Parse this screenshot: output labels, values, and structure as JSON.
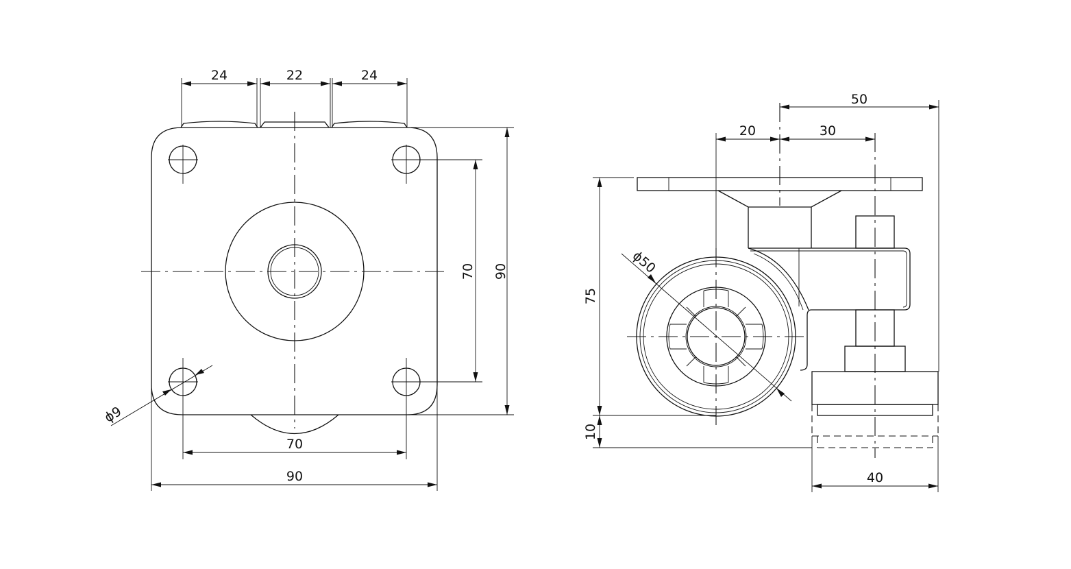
{
  "drawing": {
    "top_view": {
      "dim_top_left": "24",
      "dim_top_middle": "22",
      "dim_top_right": "24",
      "dim_hole_spacing_vertical": "70",
      "dim_plate_height": "90",
      "dim_hole_spacing_horizontal": "70",
      "dim_plate_width": "90",
      "dim_hole_diameter": "ϕ9"
    },
    "side_view": {
      "dim_overall_width": "50",
      "dim_left_offset": "20",
      "dim_right_offset": "30",
      "dim_wheel_diameter": "ϕ50",
      "dim_height": "75",
      "dim_adjust_height": "10",
      "dim_foot_width": "40"
    }
  }
}
